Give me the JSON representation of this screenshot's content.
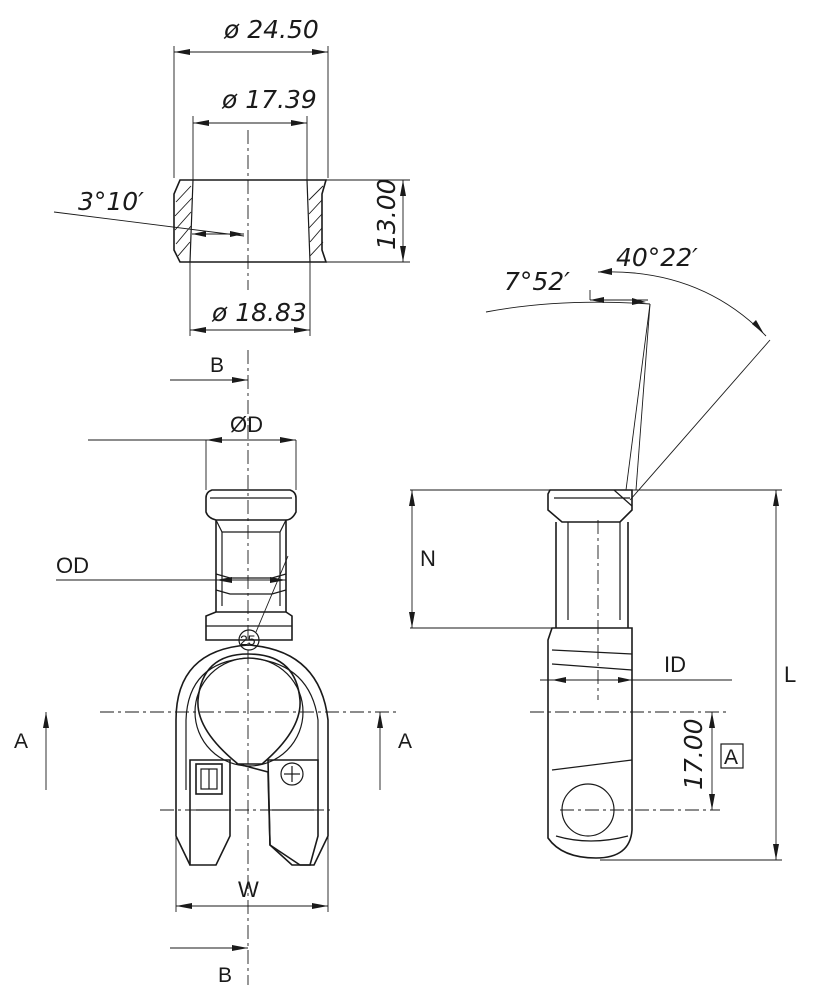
{
  "dimensions": {
    "ring_outer": "ø 24.50",
    "ring_inner_top": "ø 17.39",
    "ring_inner_bottom": "ø 18.83",
    "ring_height": "13.00",
    "ring_taper": "3°10′",
    "angle_small": "7°52′",
    "angle_large": "40°22′",
    "hole_offset": "17.00"
  },
  "labels": {
    "od_small": "ØD",
    "od": "OD",
    "id": "ID",
    "n": "N",
    "l": "L",
    "w": "W",
    "section_b_top": "B",
    "section_b_bottom": "B",
    "section_a_left": "A",
    "section_a_right": "A",
    "datum_a": "A",
    "mark_25": "25"
  }
}
